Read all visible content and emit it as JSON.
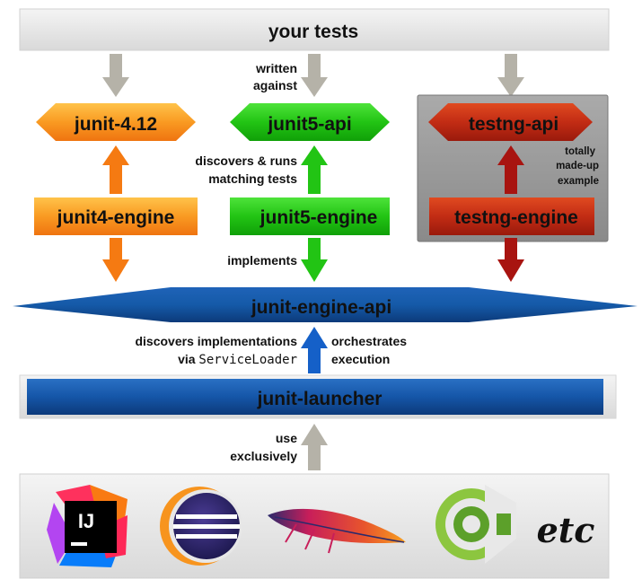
{
  "nodes": {
    "your_tests": "your tests",
    "junit4_api": "junit-4.12",
    "junit5_api": "junit5-api",
    "testng_api": "testng-api",
    "junit4_engine": "junit4-engine",
    "junit5_engine": "junit5-engine",
    "testng_engine": "testng-engine",
    "engine_api": "junit-engine-api",
    "launcher": "junit-launcher"
  },
  "labels": {
    "written_line1": "written",
    "written_line2": "against",
    "discovers_line1": "discovers & runs",
    "discovers_line2": "matching tests",
    "implements": "implements",
    "made_up_line1": "totally",
    "made_up_line2": "made-up",
    "made_up_line3": "example",
    "discovers_impl_line1": "discovers implementations",
    "discovers_impl_via": "via ",
    "discovers_impl_code": "ServiceLoader",
    "orchestrates_line1": "orchestrates",
    "orchestrates_line2": "execution",
    "use_line1": "use",
    "use_line2": "exclusively"
  },
  "tools": {
    "intellij_text": "IJ",
    "etc": "etc"
  },
  "colors": {
    "gray_arrow": "#b5b2a8",
    "orange": "#f57a12",
    "green": "#22c414",
    "dark_red": "#a81410",
    "blue": "#1560c8",
    "navy": "#0f3f8c",
    "panel": "#e8e8e8",
    "testng_box": "#8f8f8f"
  }
}
